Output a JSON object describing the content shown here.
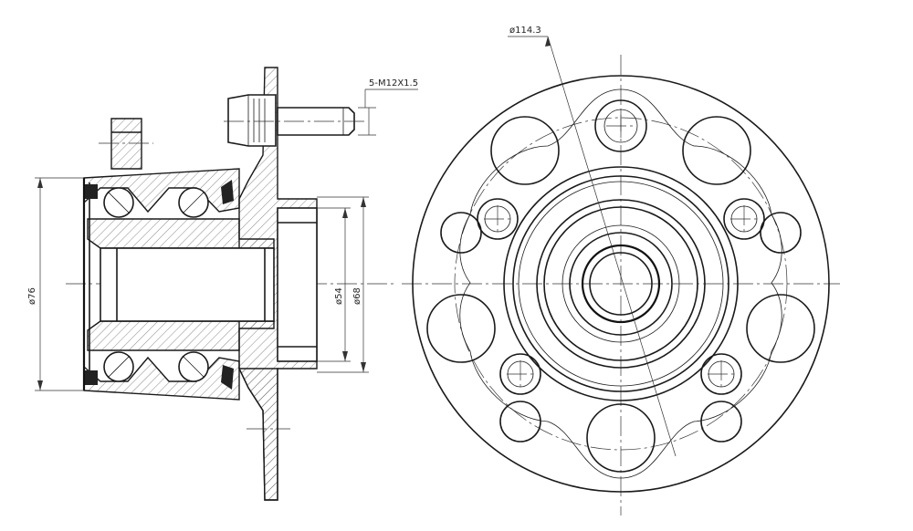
{
  "dimensions": {
    "bolt_spec": "5-M12X1.5",
    "pcd": "ø114.3",
    "outer_diameter": "ø76",
    "pilot_inner": "ø54",
    "pilot_outer": "ø68"
  },
  "views": {
    "section": "section-view",
    "front": "front-view"
  }
}
